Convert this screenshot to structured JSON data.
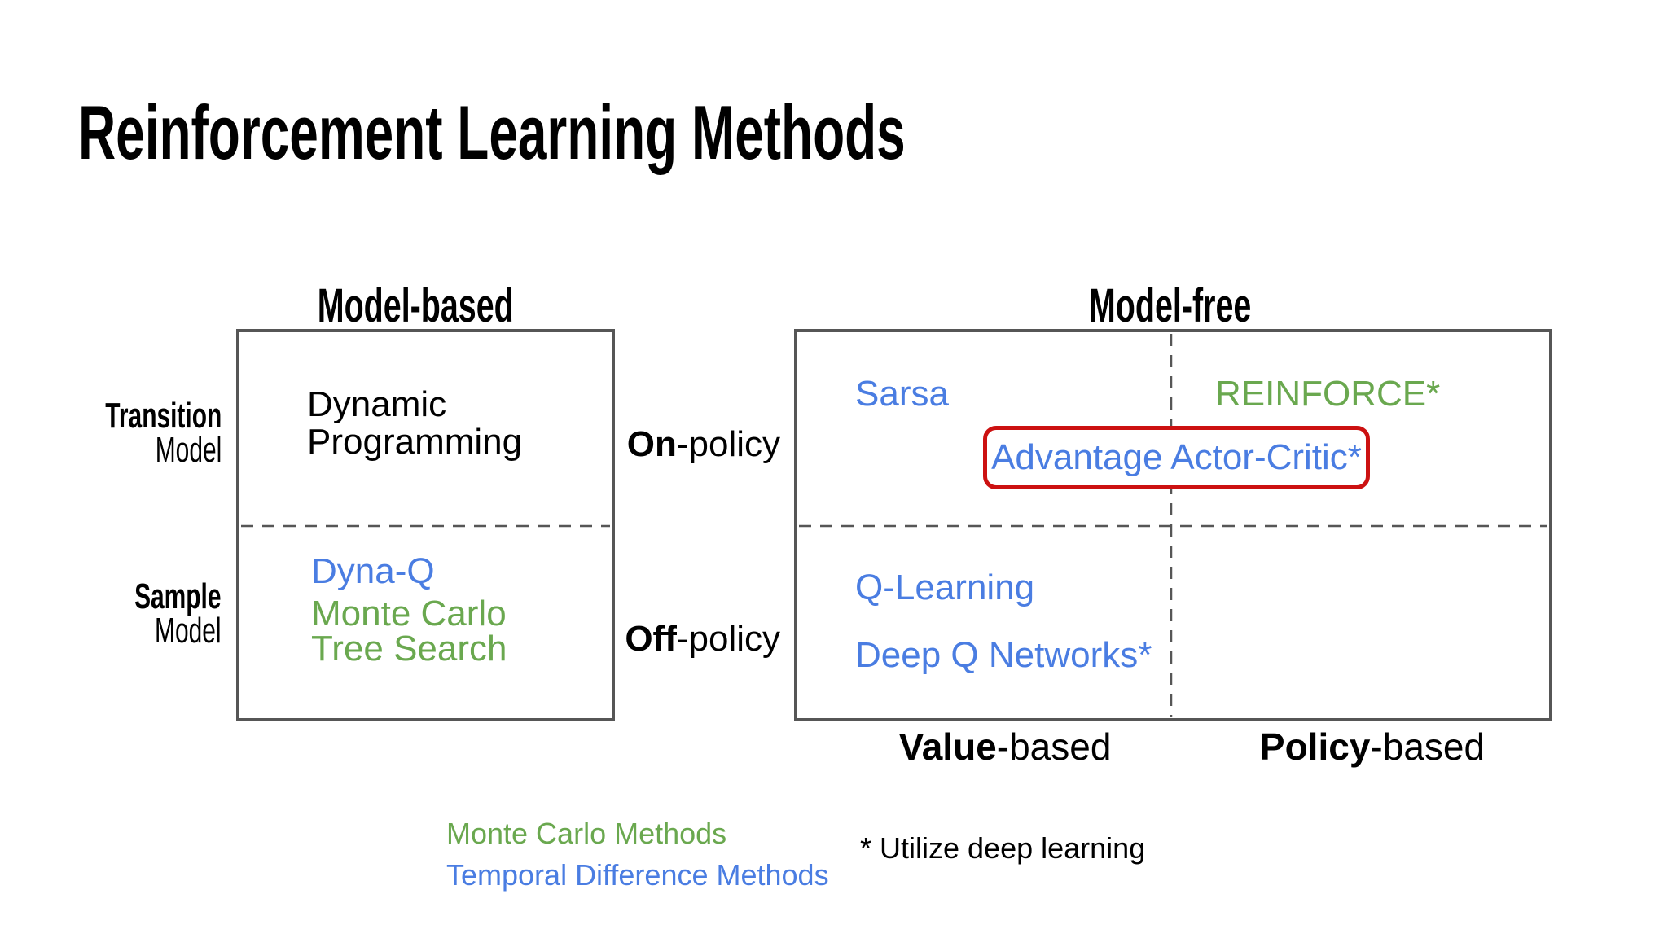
{
  "title": "Reinforcement Learning Methods",
  "colors": {
    "blue": "#4A7DE2",
    "green": "#6AA84F",
    "red": "#CC1111",
    "border": "#565656"
  },
  "model_based": {
    "header": "Model-based",
    "transition_label": {
      "bold": "Transition",
      "rest": "Model"
    },
    "sample_label": {
      "bold": "Sample",
      "rest": "Model"
    },
    "transition_methods": {
      "dynamic_programming": "Dynamic\nProgramming"
    },
    "sample_methods": {
      "dyna_q": "Dyna-Q",
      "mcts": "Monte Carlo\nTree Search"
    }
  },
  "model_free": {
    "header": "Model-free",
    "on_policy_label": {
      "bold": "On",
      "rest": "-policy"
    },
    "off_policy_label": {
      "bold": "Off",
      "rest": "-policy"
    },
    "value_label": {
      "bold": "Value",
      "rest": "-based"
    },
    "policy_label": {
      "bold": "Policy",
      "rest": "-based"
    },
    "methods": {
      "sarsa": "Sarsa",
      "reinforce": "REINFORCE*",
      "advantage_actor_critic": "Advantage Actor-Critic*",
      "q_learning": "Q-Learning",
      "deep_q_networks": "Deep Q Networks*"
    }
  },
  "legend": {
    "monte_carlo": "Monte Carlo Methods",
    "temporal_difference": "Temporal Difference Methods",
    "footnote": "* Utilize deep learning"
  }
}
